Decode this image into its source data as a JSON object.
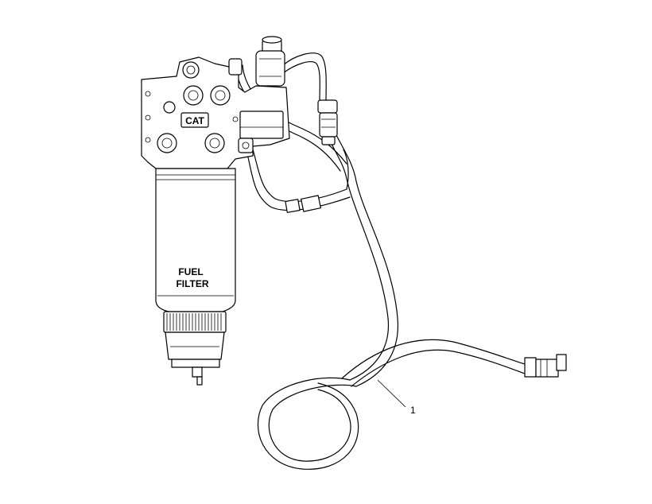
{
  "diagram": {
    "filter_label_line1": "FUEL",
    "filter_label_line2": "FILTER",
    "logo_text": "CAT",
    "callouts": [
      {
        "number": "1"
      }
    ]
  }
}
